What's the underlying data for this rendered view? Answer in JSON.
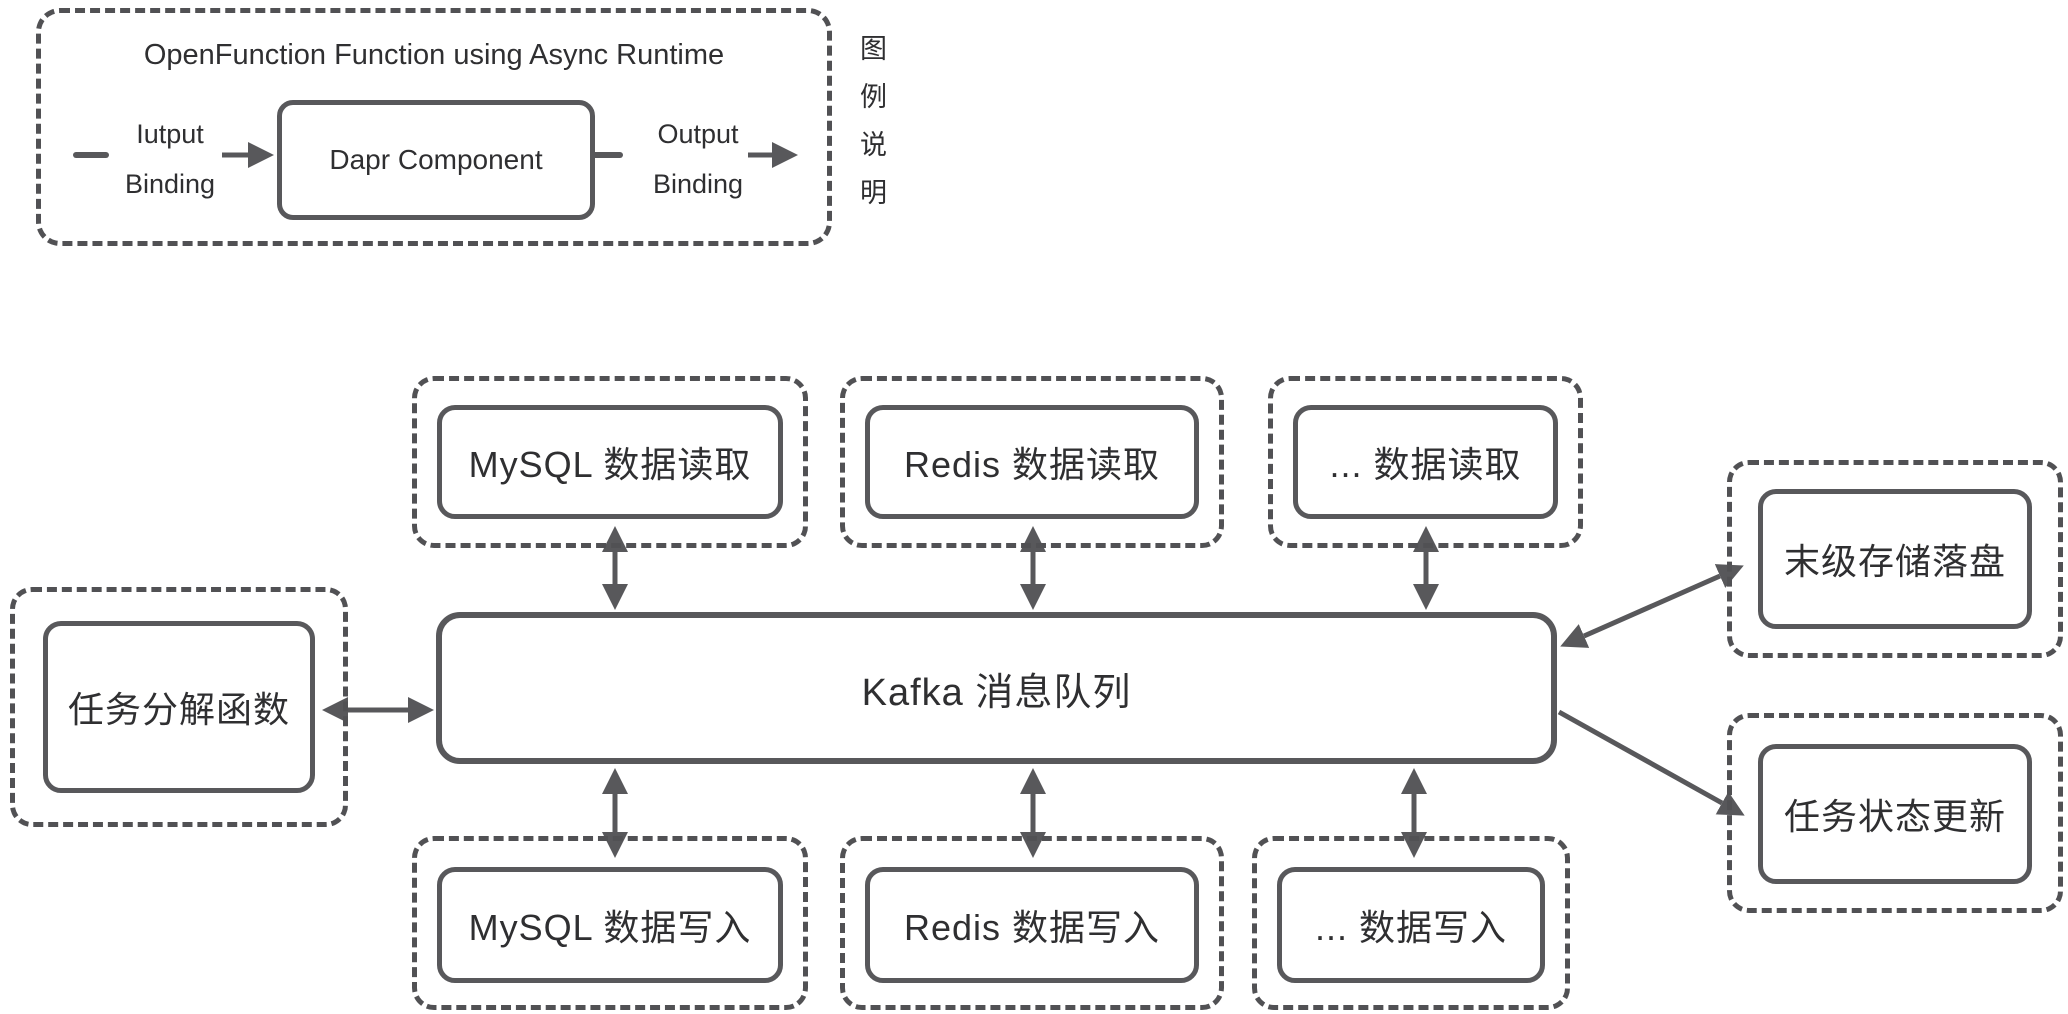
{
  "colors": {
    "stroke": "#58585b",
    "dashed_stroke": "#515154",
    "text": "#2f2f31",
    "background": "#ffffff"
  },
  "legend": {
    "title": "OpenFunction Function using Async Runtime",
    "input_binding_label": "Iutput Binding",
    "component_label": "Dapr Component",
    "output_binding_label": "Output Binding",
    "caption": "图例说明"
  },
  "nodes": {
    "task_decompose": "任务分解函数",
    "kafka": "Kafka 消息队列",
    "top_row": [
      "MySQL 数据读取",
      "Redis 数据读取",
      "... 数据读取"
    ],
    "bottom_row": [
      "MySQL 数据写入",
      "Redis 数据写入",
      "... 数据写入"
    ],
    "final_storage": "末级存储落盘",
    "task_status": "任务状态更新"
  }
}
